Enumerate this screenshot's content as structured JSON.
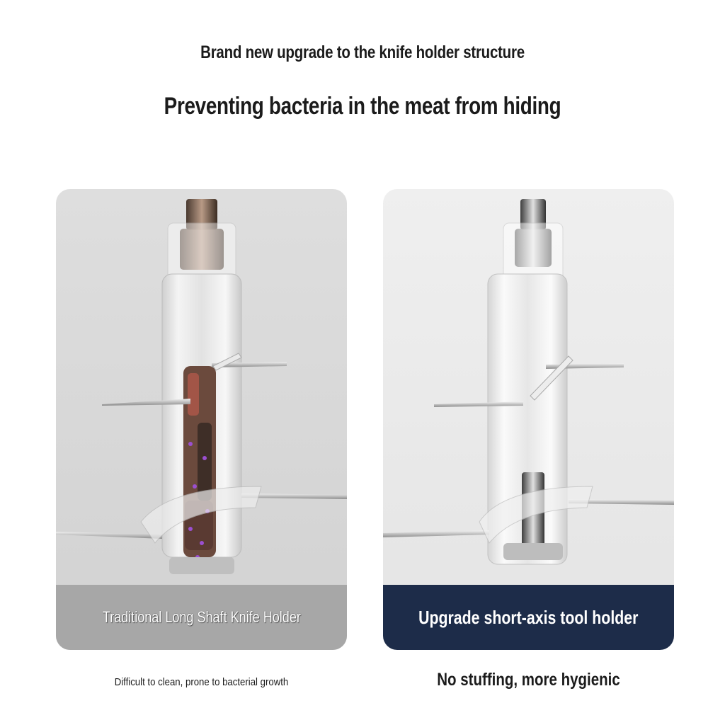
{
  "header": {
    "subtitle": "Brand new upgrade to the knife holder structure",
    "title": "Preventing bacteria in the meat from hiding"
  },
  "comparison": [
    {
      "label": "Traditional Long Shaft Knife Holder",
      "caption": "Difficult to clean, prone to bacterial growth",
      "bar_color": "#a7a7a7"
    },
    {
      "label": "Upgrade short-axis tool holder",
      "caption": "No stuffing, more hygienic",
      "bar_color": "#1d2c49"
    }
  ]
}
